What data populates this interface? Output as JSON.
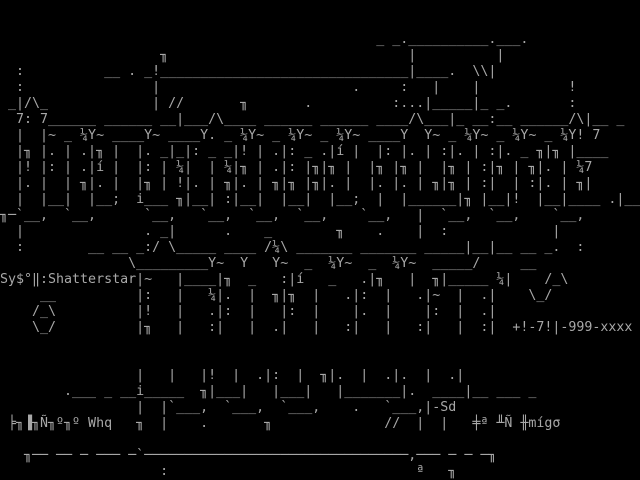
{
  "colors": {
    "background": "#000000",
    "text": "#a8a8a8"
  },
  "lines": [
    "",
    "",
    "                                               _ _.__________.___.",
    "                    ╖                              |          |",
    "  :          __ . _!_______________________________|____.  \\\\|",
    "  :                |                        .     :   |    |           !",
    " _|/\\_             | //       ╖       .          :...|_____|_ _.       :",
    "  7: 7______ ______ __|___/\\____ ______ ______ ____/\\___|_ __:__ ______/\\|__ _",
    "  |  |~ _ ¼Y~ ____Y~ ____Y. _ ¼Y~ _ ¼Y~ _ ¼Y~ ____Y  Y~ _ ¼Y~ _ ¼Y~ _ ¼Y! 7",
    "  |╖ |. | .|╖ |  |. _|_|: _ _|! | .|: _ .|í |  |: |. | :|. | :|. _ ╖|╖ |____",
    "  |! |: | .|í |  |: | ¼|  | ¼|╖ | .|: |╖|╖ |  |╖ |╖ |  |╖ | :|╖ | ╖|. | ¼7",
    "  |. |  | ╖|. |  |╖ | !|. | ╖|. | ╖|╖ |╖|. |  |. |. | ╖|╖ | :|  | :|. | ╖|",
    "  |  |__|  |__;  i___ ╖|__| :|__|  |__|  |__;  |  |______|╖ |__|!  |__|____ .|__",
    "╖─`__,  `__,      `__,   `__,  `__,  `__,    `__,   |  `__,  `__,    `__,",
    "  |               . _|      .    _        ╖    .    |  :             |",
    "  :        __ __ _:/ \\_____ ____ /¼\\ _______ _______ _____|__|__ __ _.  :",
    "                \\_________Y~  Y   Y~  _  ¼Y~  _  ¼Y~  _____/     __",
    "Sy$°‖:Shatterstar|~   |____|╖  _   :|í   _   .|╖   |  ╖|_____ ¼|    /_\\",
    "     __          |:   |   ¼|.  |  ╖|╖  |   .|:  |   .|~  |  .|    \\_/",
    "    /_\\          |!   |   .|:  |   |:  |    |.  |    |:  |  .|",
    "    \\_/          |╖   |   :|   |  .|   |   :|   |   :|   |  :|  +!-7!|-999-xxxx",
    "",
    "",
    "                 |   |   |!  |  .|:  |  ╖|.  |  .|.  |  .|",
    "        .___ _ __i_____  ╖|___|   |___|   |_______|.  ____|__ ___ _",
    "                 |  |`___,  `___,  `___,    .   `___,|-Sd",
    " ╞╖▐╖Ñ╖º╖º Whq   ╖  |    .       ╖              //  |  |   ╪ª ╨Ñ ╫mígσ",
    "",
    "   ╖── ── ─ ─── ─`─────────────────────────────────,─── ─ ─ ─╖",
    "                    :                               ª   ╖"
  ]
}
